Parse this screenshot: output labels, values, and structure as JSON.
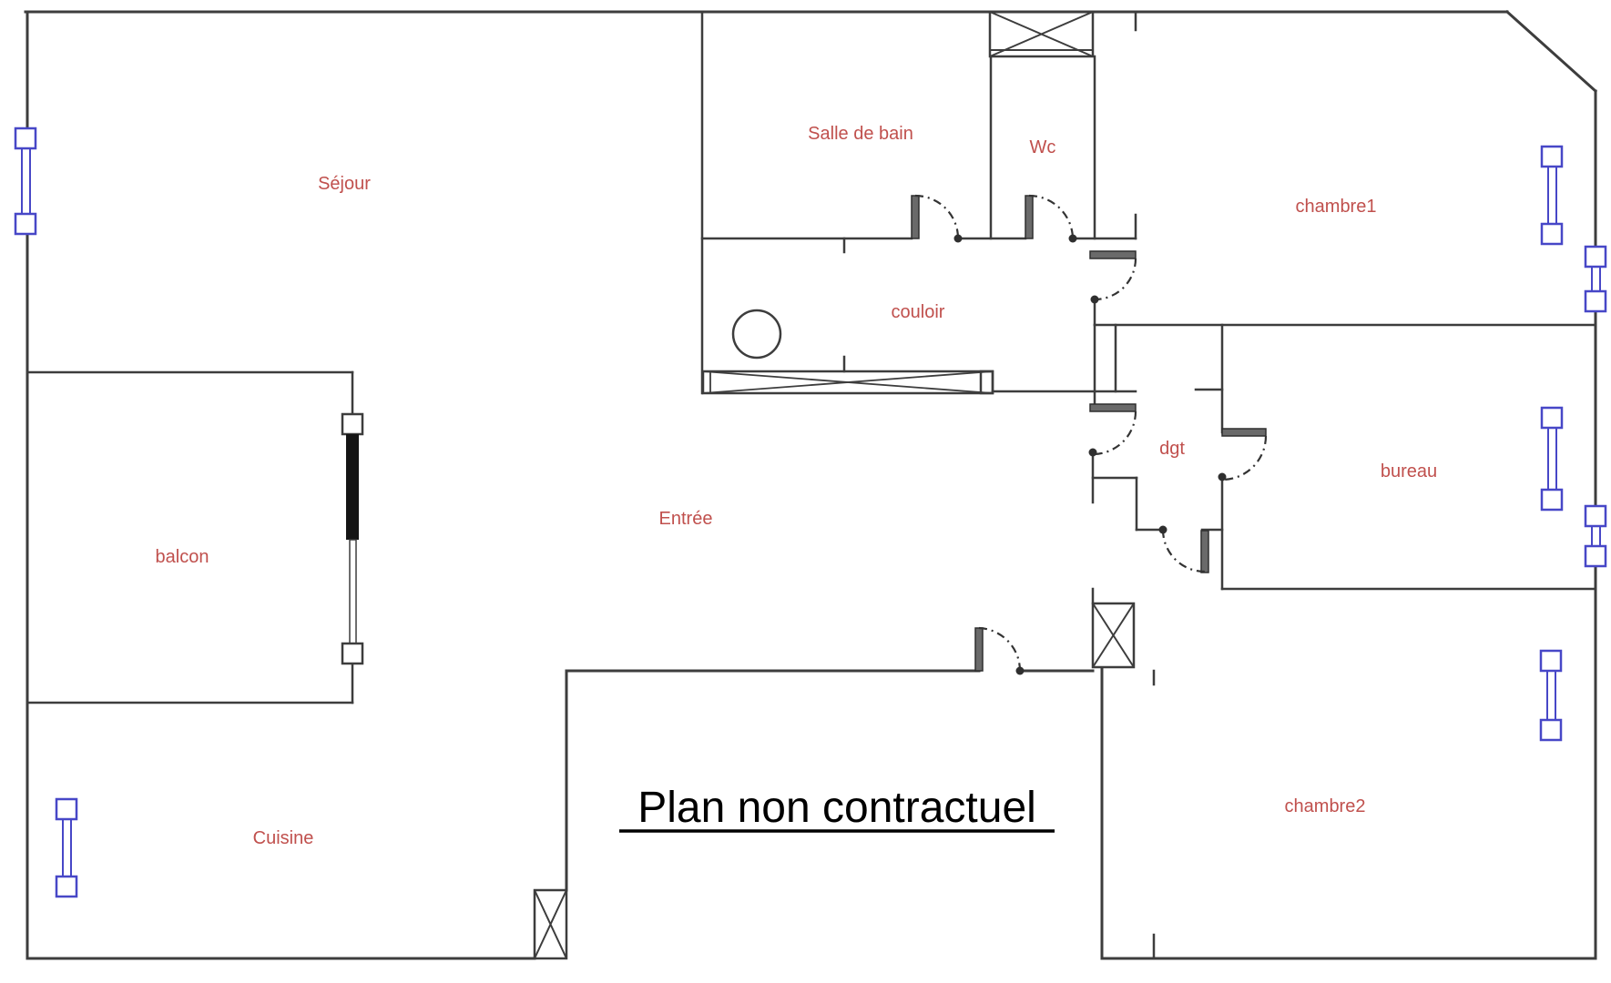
{
  "title": {
    "text": "Plan non contractuel"
  },
  "rooms": {
    "sejour": {
      "label": "Séjour"
    },
    "salle_de_bain": {
      "label": "Salle de bain"
    },
    "wc": {
      "label": "Wc"
    },
    "chambre1": {
      "label": "chambre1"
    },
    "couloir": {
      "label": "couloir"
    },
    "balcon": {
      "label": "balcon"
    },
    "entree": {
      "label": "Entrée"
    },
    "dgt": {
      "label": "dgt"
    },
    "bureau": {
      "label": "bureau"
    },
    "cuisine": {
      "label": "Cuisine"
    },
    "chambre2": {
      "label": "chambre2"
    }
  },
  "colors": {
    "wall": "#3d3d3d",
    "label": "#c0504d",
    "window": "#4747c7",
    "title": "#000000",
    "background": "#ffffff"
  }
}
